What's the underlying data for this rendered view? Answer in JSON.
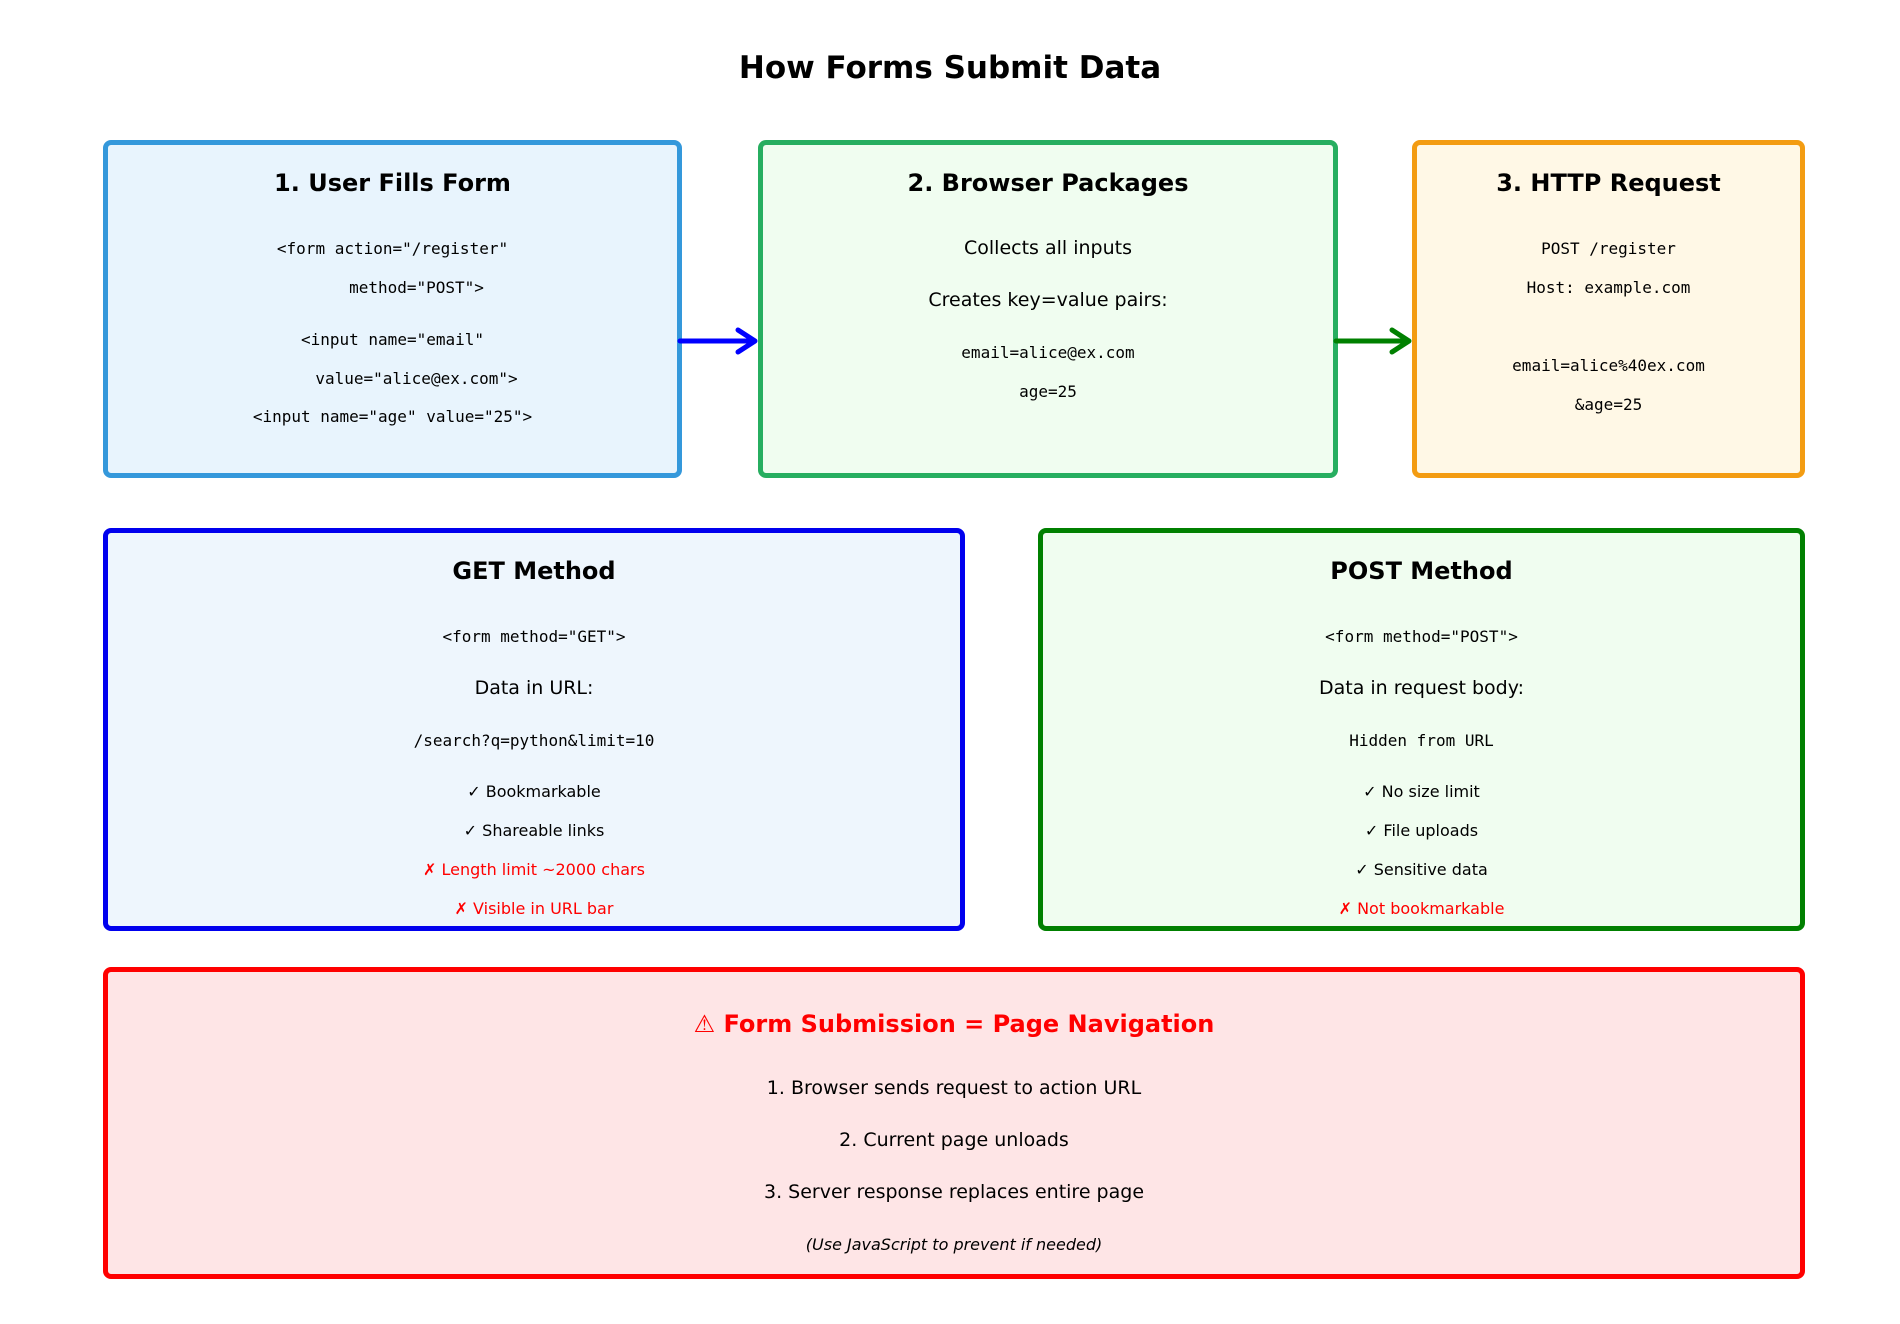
{
  "title": "How Forms Submit Data",
  "steps": [
    {
      "title": "1. User Fills Form",
      "lines": [
        "<form action=\"/register\"",
        "method=\"POST\">",
        "<input name=\"email\"",
        "value=\"alice@ex.com\">",
        "<input name=\"age\" value=\"25\">"
      ]
    },
    {
      "title": "2. Browser Packages",
      "lines": [
        "Collects all inputs",
        "Creates key=value pairs:",
        "email=alice@ex.com",
        "age=25"
      ]
    },
    {
      "title": "3. HTTP Request",
      "lines": [
        "POST /register",
        "Host: example.com",
        "email=alice%40ex.com",
        "&age=25"
      ]
    }
  ],
  "get": {
    "title": "GET Method",
    "code": "<form method=\"GET\">",
    "subtitle": "Data in URL:",
    "example": "/search?q=python&limit=10",
    "pros": [
      "✓ Bookmarkable",
      "✓ Shareable links"
    ],
    "cons": [
      "✗ Length limit ~2000 chars",
      "✗ Visible in URL bar"
    ]
  },
  "post": {
    "title": "POST Method",
    "code": "<form method=\"POST\">",
    "subtitle": "Data in request body:",
    "example": "Hidden from URL",
    "pros": [
      "✓ No size limit",
      "✓ File uploads",
      "✓ Sensitive data"
    ],
    "cons": [
      "✗ Not bookmarkable"
    ]
  },
  "warning": {
    "title": "⚠ Form Submission = Page Navigation",
    "items": [
      "1. Browser sends request to action URL",
      "2. Current page unloads",
      "3. Server response replaces entire page"
    ],
    "note": "(Use JavaScript to prevent if needed)"
  },
  "colors": {
    "step1_border": "#3498db",
    "step1_fill": "#e8f4fd",
    "step2_border": "#27ae60",
    "step2_fill": "#f0fdf0",
    "step3_border": "#f39c12",
    "step3_fill": "#fff8e6",
    "get_border": "#0000ee",
    "get_fill": "#eef6fd",
    "post_border": "#008000",
    "post_fill": "#f0fdf0",
    "warn_border": "#ff0000",
    "warn_fill": "#fee5e6",
    "arrow1": "#0000ff",
    "arrow2": "#008000"
  }
}
